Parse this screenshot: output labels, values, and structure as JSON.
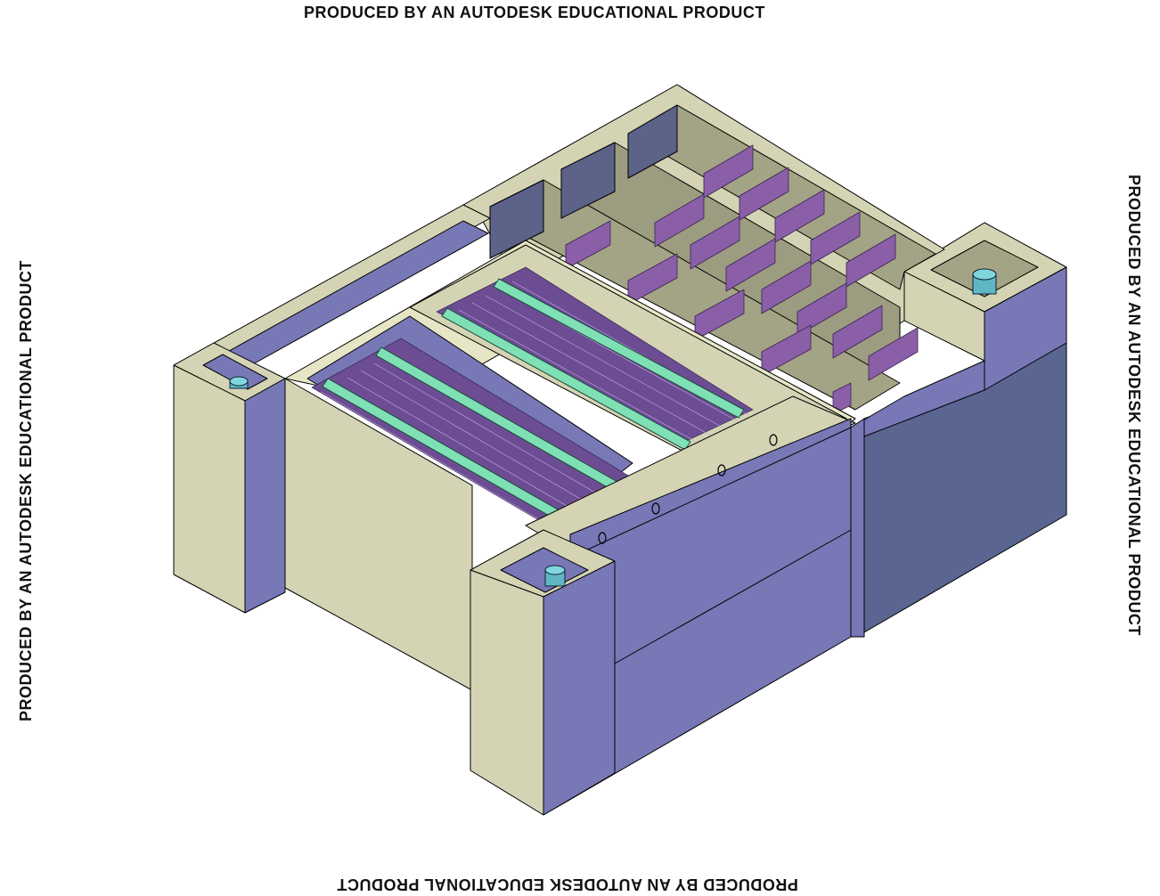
{
  "watermark": {
    "top": "PRODUCED BY AN AUTODESK EDUCATIONAL PRODUCT",
    "bottom": "PRODUCED BY AN AUTODESK EDUCATIONAL PRODUCT",
    "left": "PRODUCED BY AN AUTODESK EDUCATIONAL PRODUCT",
    "right": "PRODUCED BY AN AUTODESK EDUCATIONAL PRODUCT"
  },
  "colors": {
    "beige": "#d4d4b5",
    "beige_light": "#e6e6c6",
    "olive": "#a3a386",
    "purple_wall": "#7878b7",
    "purple_dark": "#5c6288",
    "purple_slate": "#5a6691",
    "plate_purple": "#8a5fa8",
    "pipe_green": "#7fe0b5",
    "pipe_cyan": "#7fd6dc",
    "outline": "#000000"
  }
}
